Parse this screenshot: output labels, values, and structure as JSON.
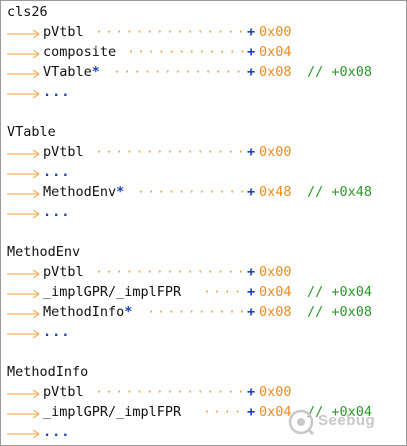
{
  "colors": {
    "arrow": "#f0a040",
    "dots": "#f0a040",
    "offset": "#f08a1c",
    "plus": "#1a3fbf",
    "comment": "#2a9a2a"
  },
  "blocks": [
    {
      "title": "cls26",
      "rows": [
        {
          "name": "pVtbl",
          "star": "",
          "plus": "+",
          "offset": "0x00",
          "comment": ""
        },
        {
          "name": "composite",
          "star": "",
          "plus": "+",
          "offset": "0x04",
          "comment": ""
        },
        {
          "name": "VTable",
          "star": "*",
          "plus": "+",
          "offset": "0x08",
          "comment": "// +0x08"
        },
        {
          "ellipsis": "..."
        }
      ]
    },
    {
      "title": "VTable",
      "rows": [
        {
          "name": "pVtbl",
          "star": "",
          "plus": "+",
          "offset": "0x00",
          "comment": ""
        },
        {
          "ellipsis": "..."
        },
        {
          "name": "MethodEnv",
          "star": "*",
          "plus": "+",
          "offset": "0x48",
          "comment": "// +0x48"
        },
        {
          "ellipsis": "..."
        }
      ]
    },
    {
      "title": "MethodEnv",
      "rows": [
        {
          "name": "pVtbl",
          "star": "",
          "plus": "+",
          "offset": "0x00",
          "comment": ""
        },
        {
          "name": "_implGPR/_implFPR",
          "star": "",
          "plus": "+",
          "offset": "0x04",
          "comment": "// +0x04"
        },
        {
          "name": "MethodInfo",
          "star": "*",
          "plus": "+",
          "offset": "0x08",
          "comment": "// +0x08"
        },
        {
          "ellipsis": "..."
        }
      ]
    },
    {
      "title": "MethodInfo",
      "rows": [
        {
          "name": "pVtbl",
          "star": "",
          "plus": "+",
          "offset": "0x00",
          "comment": ""
        },
        {
          "name": "_implGPR/_implFPR",
          "star": "",
          "plus": "+",
          "offset": "0x04",
          "comment": "// +0x04"
        },
        {
          "ellipsis": "..."
        }
      ]
    }
  ],
  "watermark": {
    "text": "Seebug",
    "icon": "seebug-logo-icon"
  }
}
